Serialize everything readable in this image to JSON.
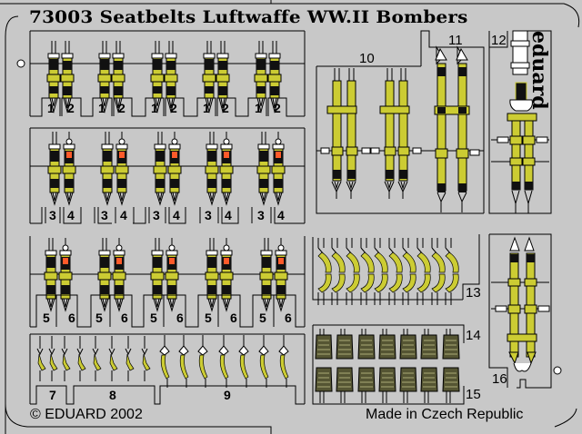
{
  "title": "73003  Seatbelts Luftwaffe WW.II Bombers",
  "brand": "eduard",
  "copyright": "© EDUARD 2002",
  "origin": "Made in Czech Republic",
  "colors": {
    "background": "#c8c8c8",
    "belt_yellow": "#cccc33",
    "buckle_dark": "#111111",
    "buckle_red": "#ff5a2a",
    "pad_olive": "#555533",
    "line": "#000000"
  },
  "parts": {
    "row1": {
      "labels": [
        "1",
        "2",
        "1",
        "2",
        "1",
        "2",
        "1",
        "2",
        "1",
        "2"
      ]
    },
    "row2": {
      "labels": [
        "3",
        "4",
        "3",
        "4",
        "3",
        "4",
        "3",
        "4",
        "3",
        "4"
      ]
    },
    "row3": {
      "labels": [
        "5",
        "6",
        "5",
        "6",
        "5",
        "6",
        "5",
        "6",
        "5",
        "6"
      ]
    },
    "row4": {
      "labels": [
        "7",
        "8",
        "9"
      ]
    },
    "p10": "10",
    "p11": "11",
    "p12": "12",
    "p13": "13",
    "p14": "14",
    "p15": "15",
    "p16": "16"
  }
}
